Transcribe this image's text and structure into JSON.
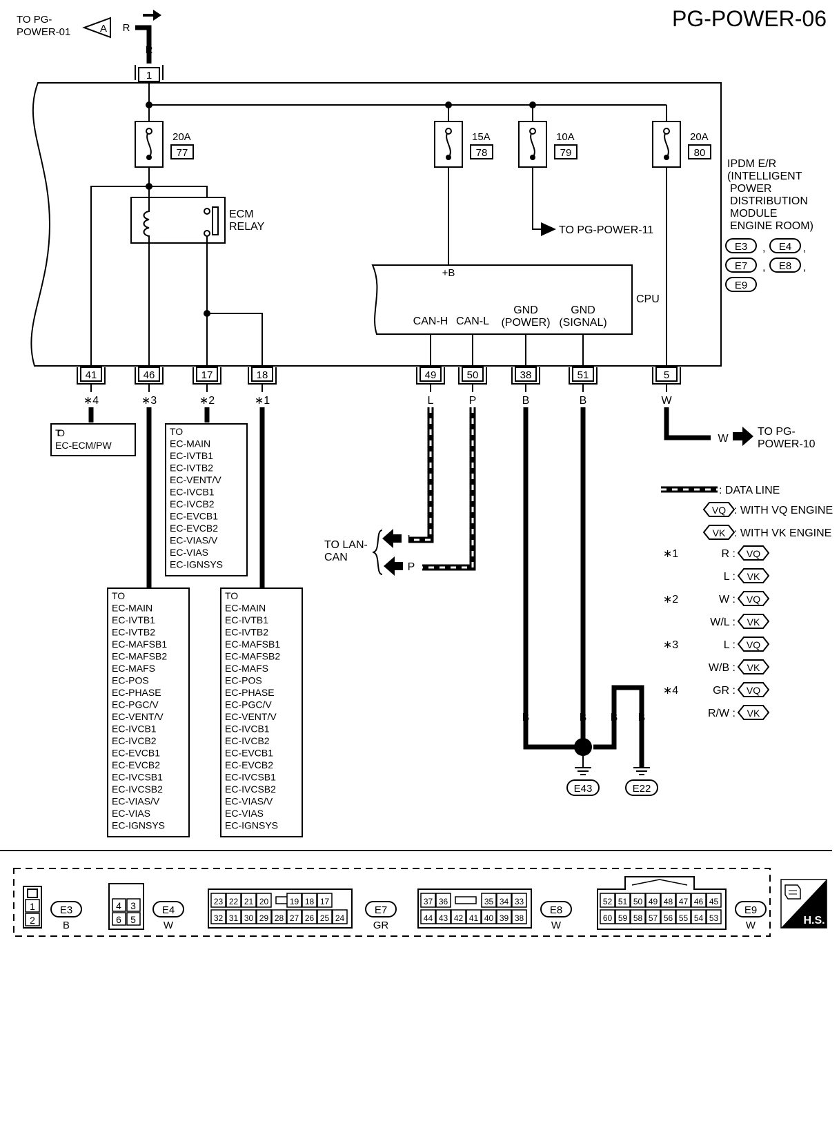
{
  "header": {
    "page_id": "PG-POWER-06"
  },
  "top_link": {
    "lines": [
      "TO PG-",
      "POWER-01"
    ],
    "circle": "A",
    "wire_color": "R",
    "wire_color_below": "R",
    "terminal": "1"
  },
  "fuses": [
    {
      "amps": "20A",
      "number": "77"
    },
    {
      "amps": "15A",
      "number": "78"
    },
    {
      "amps": "10A",
      "number": "79"
    },
    {
      "amps": "20A",
      "number": "80"
    }
  ],
  "relay": {
    "lines": [
      "ECM",
      "RELAY"
    ]
  },
  "to_pg_power_11": "TO PG-POWER-11",
  "module": {
    "lines": [
      "IPDM E/R",
      "(INTELLIGENT",
      "POWER",
      "DISTRIBUTION",
      "MODULE",
      "ENGINE ROOM)"
    ],
    "connectors": [
      "E3",
      "E4",
      "E7",
      "E8",
      "E9"
    ]
  },
  "cpu": {
    "label": "CPU",
    "plus_b": "+B",
    "can_h": "CAN-H",
    "can_l": "CAN-L",
    "gnd_power": [
      "GND",
      "(POWER)"
    ],
    "gnd_signal": [
      "GND",
      "(SIGNAL)"
    ]
  },
  "terminals": [
    "41",
    "46",
    "17",
    "18",
    "49",
    "50",
    "38",
    "51",
    "5"
  ],
  "wire_marks": [
    {
      "text": "∗4"
    },
    {
      "text": "∗3"
    },
    {
      "text": "∗2"
    },
    {
      "text": "∗1"
    },
    {
      "text": "L"
    },
    {
      "text": "P"
    },
    {
      "text": "B"
    },
    {
      "text": "B"
    },
    {
      "text": "W"
    }
  ],
  "to_ecm_pw": [
    "TO",
    "EC-ECM/PW"
  ],
  "list_17": [
    "TO",
    "EC-MAIN",
    "EC-IVTB1",
    "EC-IVTB2",
    "EC-VENT/V",
    "EC-IVCB1",
    "EC-IVCB2",
    "EC-EVCB1",
    "EC-EVCB2",
    "EC-VIAS/V",
    "EC-VIAS",
    "EC-IGNSYS"
  ],
  "list_46": [
    "TO",
    "EC-MAIN",
    "EC-IVTB1",
    "EC-IVTB2",
    "EC-MAFSB1",
    "EC-MAFSB2",
    "EC-MAFS",
    "EC-POS",
    "EC-PHASE",
    "EC-PGC/V",
    "EC-VENT/V",
    "EC-IVCB1",
    "EC-IVCB2",
    "EC-EVCB1",
    "EC-EVCB2",
    "EC-IVCSB1",
    "EC-IVCSB2",
    "EC-VIAS/V",
    "EC-VIAS",
    "EC-IGNSYS"
  ],
  "list_18": [
    "TO",
    "EC-MAIN",
    "EC-IVTB1",
    "EC-IVTB2",
    "EC-MAFSB1",
    "EC-MAFSB2",
    "EC-MAFS",
    "EC-POS",
    "EC-PHASE",
    "EC-PGC/V",
    "EC-VENT/V",
    "EC-IVCB1",
    "EC-IVCB2",
    "EC-EVCB1",
    "EC-EVCB2",
    "EC-IVCSB1",
    "EC-IVCSB2",
    "EC-VIAS/V",
    "EC-VIAS",
    "EC-IGNSYS"
  ],
  "lan": {
    "lines": [
      "TO LAN-",
      "CAN"
    ],
    "l": "L",
    "p": "P"
  },
  "w_out": {
    "wire": "W",
    "lines": [
      "TO PG-",
      "POWER-10"
    ]
  },
  "grounds": {
    "wires": [
      "B",
      "B",
      "B",
      "B"
    ],
    "e43": "E43",
    "e22": "E22"
  },
  "legend": {
    "data_line": ": DATA LINE",
    "vq_tag": "VQ",
    "vq_text": ": WITH VQ ENGINE",
    "vk_tag": "VK",
    "vk_text": ": WITH VK ENGINE",
    "rows": [
      {
        "star": "∗1",
        "color": "R :",
        "tag": "VQ"
      },
      {
        "star": "",
        "color": "L :",
        "tag": "VK"
      },
      {
        "star": "∗2",
        "color": "W :",
        "tag": "VQ"
      },
      {
        "star": "",
        "color": "W/L :",
        "tag": "VK"
      },
      {
        "star": "∗3",
        "color": "L :",
        "tag": "VQ"
      },
      {
        "star": "",
        "color": "W/B :",
        "tag": "VK"
      },
      {
        "star": "∗4",
        "color": "GR :",
        "tag": "VQ"
      },
      {
        "star": "",
        "color": "R/W :",
        "tag": "VK"
      }
    ]
  },
  "connector_views": {
    "e3": {
      "id": "E3",
      "color": "B",
      "pins": [
        "1",
        "2"
      ]
    },
    "e4": {
      "id": "E4",
      "color": "W",
      "pins": [
        "4",
        "3",
        "6",
        "5"
      ]
    },
    "e7": {
      "id": "E7",
      "color": "GR",
      "row1": [
        "23",
        "22",
        "21",
        "20",
        "19",
        "18",
        "17"
      ],
      "row2": [
        "32",
        "31",
        "30",
        "29",
        "28",
        "27",
        "26",
        "25",
        "24"
      ]
    },
    "e8": {
      "id": "E8",
      "color": "W",
      "row1": [
        "37",
        "36",
        "35",
        "34",
        "33"
      ],
      "row2": [
        "44",
        "43",
        "42",
        "41",
        "40",
        "39",
        "38"
      ]
    },
    "e9": {
      "id": "E9",
      "color": "W",
      "row1": [
        "52",
        "51",
        "50",
        "49",
        "48",
        "47",
        "46",
        "45"
      ],
      "row2": [
        "60",
        "59",
        "58",
        "57",
        "56",
        "55",
        "54",
        "53"
      ]
    },
    "hs": "H.S."
  }
}
